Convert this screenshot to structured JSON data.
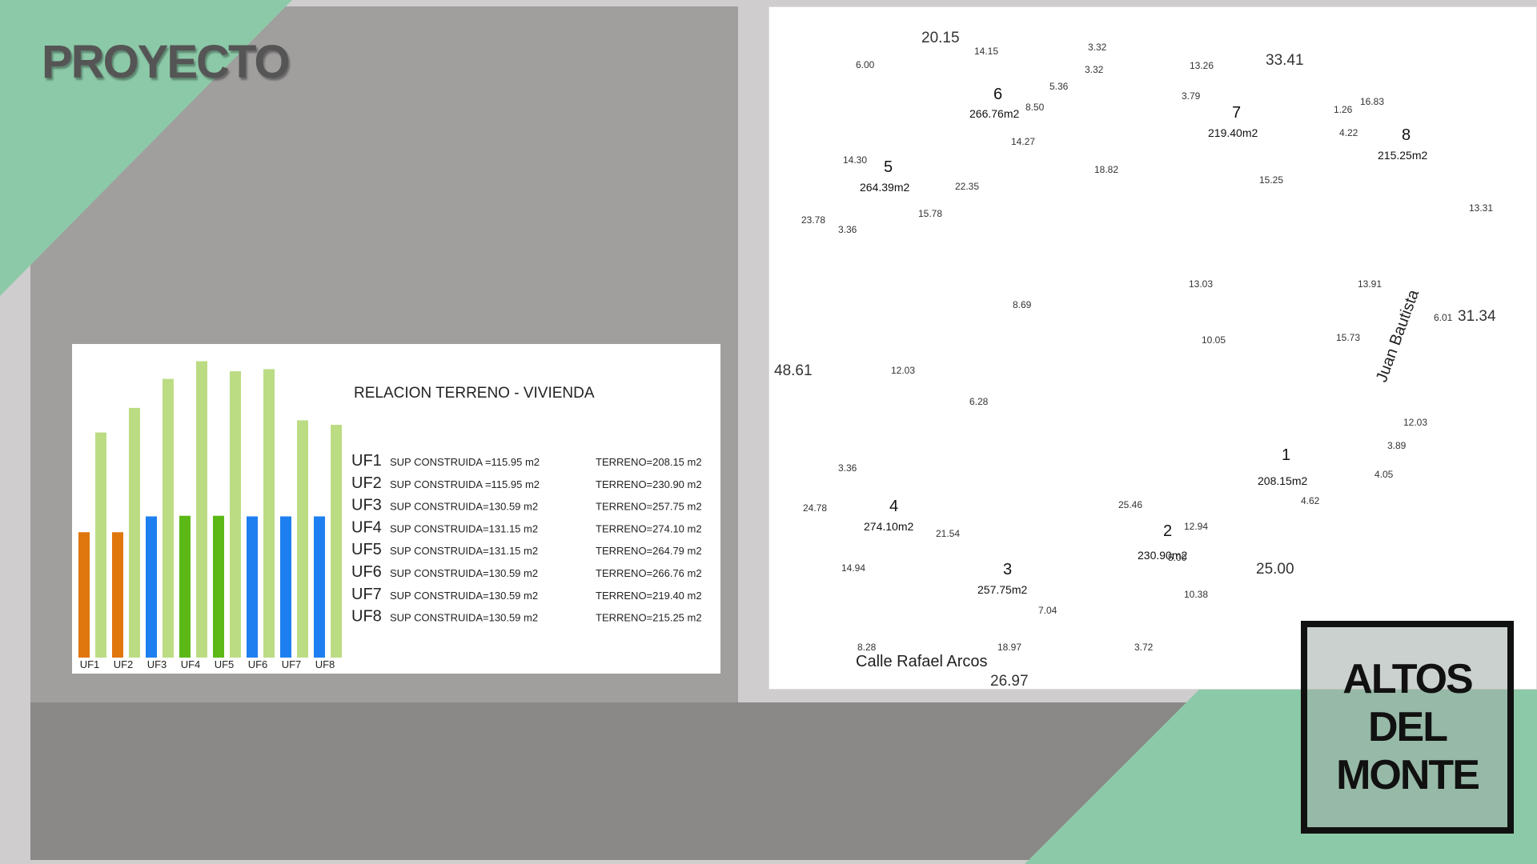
{
  "title": "PROYECTO",
  "brand": {
    "line1": "ALTOS",
    "line2": "DEL",
    "line3": "MONTE"
  },
  "colors": {
    "green_accent": "#8cc9a8",
    "orange": "#e0760e",
    "blue": "#1e7ff0",
    "green": "#5cb816",
    "light_green": "#bcdc84"
  },
  "chart_data": {
    "type": "bar",
    "title": "RELACION TERRENO - VIVIENDA",
    "categories": [
      "UF1",
      "UF2",
      "UF3",
      "UF4",
      "UF5",
      "UF6",
      "UF7",
      "UF8"
    ],
    "series": [
      {
        "values": [
          115.95,
          115.95,
          130.59,
          131.15,
          131.15,
          130.59,
          130.59,
          130.59
        ],
        "colors": [
          "#e0760e",
          "#e0760e",
          "#1e7ff0",
          "#5cb816",
          "#5cb816",
          "#1e7ff0",
          "#1e7ff0",
          "#1e7ff0"
        ]
      },
      {
        "values": [
          208.15,
          230.9,
          257.75,
          274.1,
          264.79,
          266.76,
          219.4,
          215.25
        ],
        "colors": [
          "#bcdc84",
          "#bcdc84",
          "#bcdc84",
          "#bcdc84",
          "#bcdc84",
          "#bcdc84",
          "#bcdc84",
          "#bcdc84"
        ]
      }
    ],
    "ylim": [
      0,
      290
    ],
    "rows": [
      {
        "uf": "UF1",
        "sup": "SUP CONSTRUIDA =115.95 m2",
        "terreno": "TERRENO=208.15 m2"
      },
      {
        "uf": "UF2",
        "sup": "SUP CONSTRUIDA =115.95 m2",
        "terreno": "TERRENO=230.90 m2"
      },
      {
        "uf": "UF3",
        "sup": "SUP CONSTRUIDA=130.59 m2",
        "terreno": "TERRENO=257.75 m2"
      },
      {
        "uf": "UF4",
        "sup": "SUP CONSTRUIDA=131.15 m2",
        "terreno": "TERRENO=274.10 m2"
      },
      {
        "uf": "UF5",
        "sup": "SUP CONSTRUIDA=131.15 m2",
        "terreno": "TERRENO=264.79 m2"
      },
      {
        "uf": "UF6",
        "sup": "SUP CONSTRUIDA=130.59 m2",
        "terreno": "TERRENO=266.76 m2"
      },
      {
        "uf": "UF7",
        "sup": "SUP CONSTRUIDA=130.59 m2",
        "terreno": "TERRENO=219.40 m2"
      },
      {
        "uf": "UF8",
        "sup": "SUP CONSTRUIDA=130.59 m2",
        "terreno": "TERRENO=215.25 m2"
      }
    ]
  },
  "plan": {
    "street_label": "Calle Rafael Arcos",
    "side_street_label": "Juan Bautista",
    "dims": [
      "20.15",
      "33.41",
      "14.15",
      "3.32",
      "3.32",
      "13.26",
      "6.00",
      "5.36",
      "8.50",
      "3.79",
      "1.26",
      "16.83",
      "4.22",
      "14.30",
      "14.27",
      "18.82",
      "15.25",
      "13.31",
      "23.78",
      "3.36",
      "15.78",
      "22.35",
      "13.03",
      "13.91",
      "8.69",
      "6.01",
      "31.34",
      "48.61",
      "12.03",
      "10.05",
      "15.73",
      "6.28",
      "12.03",
      "3.89",
      "3.36",
      "4.05",
      "4.62",
      "24.78",
      "25.46",
      "12.94",
      "21.54",
      "14.94",
      "10.38",
      "25.00",
      "7.04",
      "8.28",
      "18.97",
      "3.72",
      "26.97",
      "5.00"
    ],
    "lots": [
      {
        "num": "1",
        "area": "208.15m2"
      },
      {
        "num": "2",
        "area": "230.90m2"
      },
      {
        "num": "3",
        "area": "257.75m2"
      },
      {
        "num": "4",
        "area": "274.10m2"
      },
      {
        "num": "5",
        "area": "264.39m2"
      },
      {
        "num": "6",
        "area": "266.76m2"
      },
      {
        "num": "7",
        "area": "219.40m2"
      },
      {
        "num": "8",
        "area": "215.25m2"
      }
    ]
  }
}
